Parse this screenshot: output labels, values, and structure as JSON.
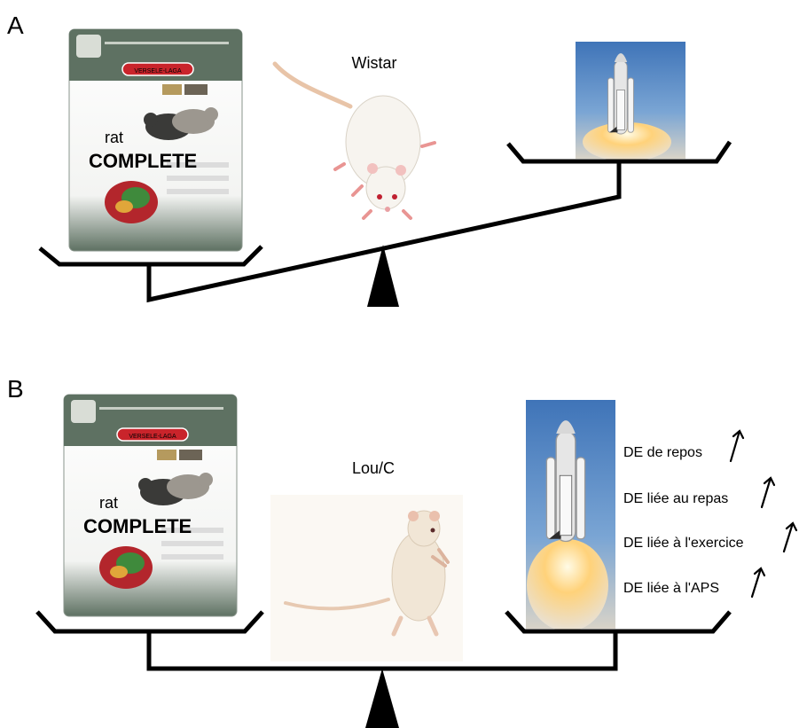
{
  "panel_a": {
    "label": "A",
    "animal_label": "Wistar",
    "food_pack": {
      "brand": "VERSELE-LAGA",
      "line1": "rat",
      "line2": "COMPLETE"
    }
  },
  "panel_b": {
    "label": "B",
    "animal_label": "Lou/C",
    "food_pack": {
      "brand": "VERSELE-LAGA",
      "line1": "rat",
      "line2": "COMPLETE"
    },
    "expenditure_items": [
      "DE de repos",
      "DE liée au repas",
      "DE liée à l'exercice",
      "DE liée à l'APS"
    ]
  },
  "colors": {
    "package_green": "#5e7162",
    "package_gold": "#9a7a3a",
    "sky_blue": "#5f8fc4",
    "flame": "#ffd27a"
  },
  "icons": [
    "food-package-icon",
    "rat-icon",
    "space-shuttle-icon",
    "up-arrow-icon",
    "fulcrum-icon"
  ]
}
